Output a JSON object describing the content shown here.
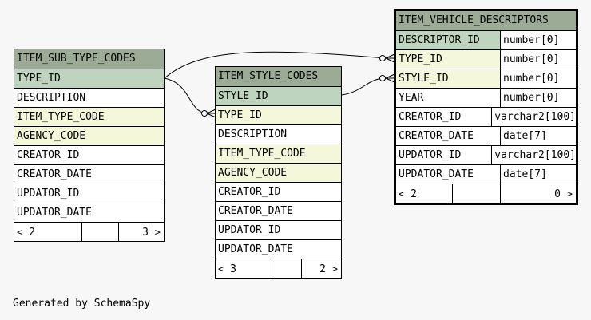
{
  "tables": {
    "sub_type": {
      "name": "ITEM_SUB_TYPE_CODES",
      "columns": [
        {
          "name": "TYPE_ID",
          "kind": "pk"
        },
        {
          "name": "DESCRIPTION",
          "kind": "plain"
        },
        {
          "name": "ITEM_TYPE_CODE",
          "kind": "fk"
        },
        {
          "name": "AGENCY_CODE",
          "kind": "fk"
        },
        {
          "name": "CREATOR_ID",
          "kind": "plain"
        },
        {
          "name": "CREATOR_DATE",
          "kind": "plain"
        },
        {
          "name": "UPDATOR_ID",
          "kind": "plain"
        },
        {
          "name": "UPDATOR_DATE",
          "kind": "plain"
        }
      ],
      "parents": "2",
      "children": "3"
    },
    "style": {
      "name": "ITEM_STYLE_CODES",
      "columns": [
        {
          "name": "STYLE_ID",
          "kind": "pk"
        },
        {
          "name": "TYPE_ID",
          "kind": "fk"
        },
        {
          "name": "DESCRIPTION",
          "kind": "plain"
        },
        {
          "name": "ITEM_TYPE_CODE",
          "kind": "fk"
        },
        {
          "name": "AGENCY_CODE",
          "kind": "fk"
        },
        {
          "name": "CREATOR_ID",
          "kind": "plain"
        },
        {
          "name": "CREATOR_DATE",
          "kind": "plain"
        },
        {
          "name": "UPDATOR_ID",
          "kind": "plain"
        },
        {
          "name": "UPDATOR_DATE",
          "kind": "plain"
        }
      ],
      "parents": "3",
      "children": "2"
    },
    "vehicle": {
      "name": "ITEM_VEHICLE_DESCRIPTORS",
      "columns": [
        {
          "name": "DESCRIPTOR_ID",
          "type": "number[0]",
          "kind": "pk"
        },
        {
          "name": "TYPE_ID",
          "type": "number[0]",
          "kind": "fk"
        },
        {
          "name": "STYLE_ID",
          "type": "number[0]",
          "kind": "fk"
        },
        {
          "name": "YEAR",
          "type": "number[0]",
          "kind": "plain"
        },
        {
          "name": "CREATOR_ID",
          "type": "varchar2[100]",
          "kind": "plain"
        },
        {
          "name": "CREATOR_DATE",
          "type": "date[7]",
          "kind": "plain"
        },
        {
          "name": "UPDATOR_ID",
          "type": "varchar2[100]",
          "kind": "plain"
        },
        {
          "name": "UPDATOR_DATE",
          "type": "date[7]",
          "kind": "plain"
        }
      ],
      "parents": "2",
      "children": "0"
    }
  },
  "arrows": {
    "left": "<",
    "right": ">"
  },
  "footer": "Generated by SchemaSpy",
  "colors": {
    "header": "#9bab96",
    "primary_key": "#bfd4bf",
    "foreign_key": "#f4f7da",
    "background": "#f7f7f7"
  }
}
